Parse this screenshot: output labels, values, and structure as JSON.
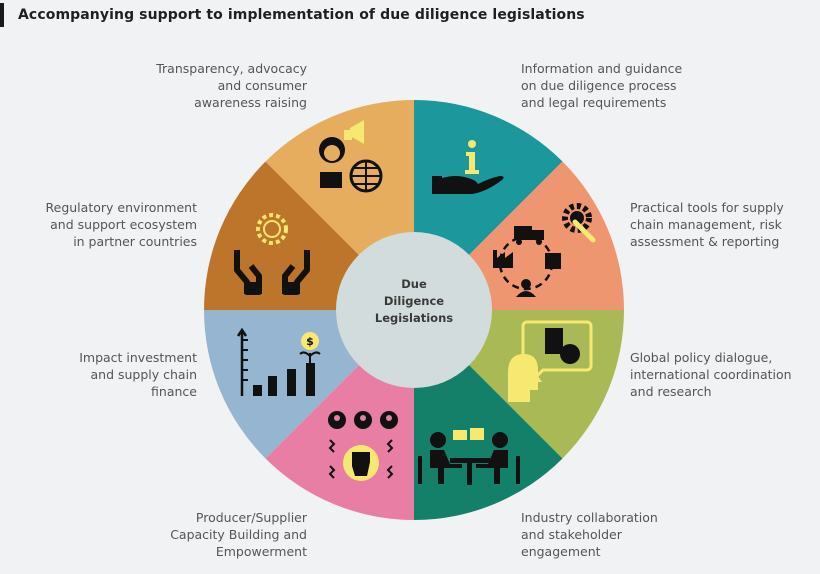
{
  "title": "Accompanying support to implementation of due diligence legislations",
  "center": {
    "lines": [
      "Due",
      "Diligence",
      "Legislations"
    ],
    "color": "#d3dcdc"
  },
  "segments": [
    {
      "id": "information-guidance",
      "label": "Information and guidance\non due diligence process\nand legal requirements",
      "color": "#1c979b",
      "icon": "hand-info-icon"
    },
    {
      "id": "practical-tools",
      "label": "Practical tools for supply\nchain management, risk\nassessment & reporting",
      "color": "#ee9670",
      "icon": "supply-chain-tools-icon"
    },
    {
      "id": "global-policy",
      "label": "Global policy dialogue,\ninternational coordination\nand research",
      "color": "#a9b955",
      "icon": "dialogue-research-icon"
    },
    {
      "id": "industry-collaboration",
      "label": "Industry collaboration\nand stakeholder\nengagement",
      "color": "#14806a",
      "icon": "meeting-puzzle-icon"
    },
    {
      "id": "producer-capacity",
      "label": "Producer/Supplier\nCapacity Building and\nEmpowerment",
      "color": "#e87ea3",
      "icon": "empowerment-fist-icon"
    },
    {
      "id": "impact-investment",
      "label": "Impact investment\nand supply chain\nfinance",
      "color": "#96b5d0",
      "icon": "growth-chart-icon"
    },
    {
      "id": "regulatory-environment",
      "label": "Regulatory environment\nand support ecosystem\nin partner countries",
      "color": "#bd752b",
      "icon": "hands-gear-icon"
    },
    {
      "id": "transparency-advocacy",
      "label": "Transparency, advocacy\nand consumer\nawareness raising",
      "color": "#e6ad5f",
      "icon": "advocate-globe-icon"
    }
  ],
  "icon_colors": {
    "dark": "#111111",
    "accent": "#f7e872"
  }
}
